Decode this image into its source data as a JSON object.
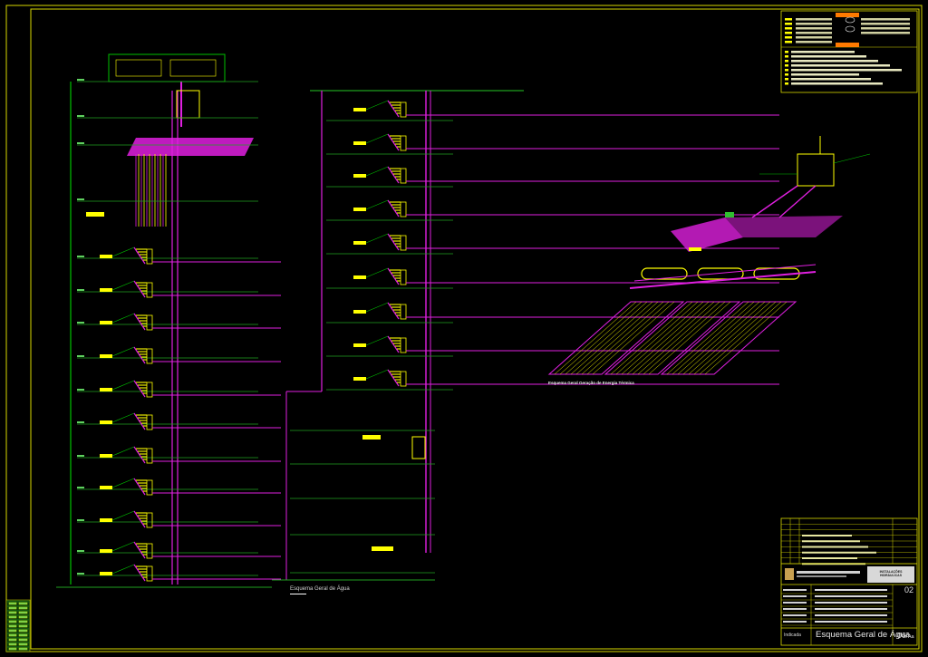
{
  "drawing": {
    "background": "#000000",
    "colors": {
      "frame": "#d8d800",
      "pipe": "#e020e0",
      "branch": "#ffff00",
      "floor_line": "#1fa01f",
      "leader": "#00c000",
      "note_text": "#ffffff",
      "fixture": "#ffff00"
    }
  },
  "diagram": {
    "main_title": "Esquema Geral de Água",
    "iso_title": "Esquema Geral Geração de Energia Térmica"
  },
  "title_block": {
    "sheet_number": "02",
    "drawing_title": "Esquema Geral de Água",
    "sheet_of": "06/",
    "sheet_suffix": "Aa",
    "scale": "Indicada",
    "logo_text": "INSTALAÇÕES HIDRÁULICAS"
  }
}
